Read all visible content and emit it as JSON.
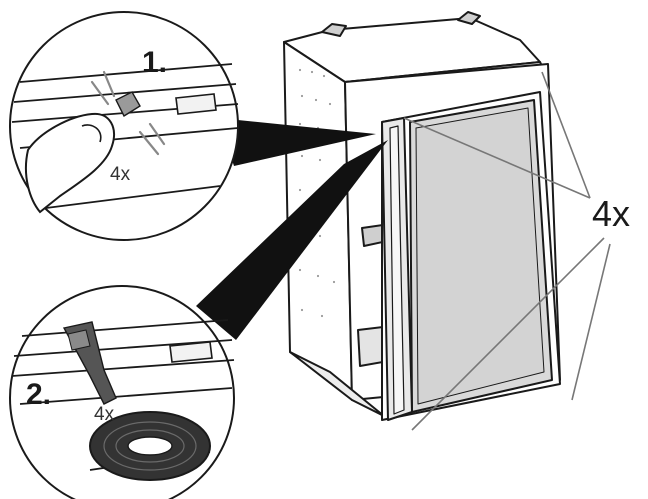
{
  "labels": {
    "step_1": "1.",
    "step_2": "2.",
    "count_small_1": "4x",
    "count_small_2": "4x",
    "count_big": "4x"
  },
  "colors": {
    "line": "#1a1a1a",
    "callout_wedge": "#111111",
    "glass": "#d8d8d8",
    "glass_light": "#ececec",
    "tape": "#555555",
    "tape_dark": "#333333",
    "finger": "#ffffff",
    "pin": "#9a9a9a"
  },
  "icons": {
    "detail_1": "finger-pressing-pin-icon",
    "detail_2": "adhesive-tape-roll-icon"
  }
}
